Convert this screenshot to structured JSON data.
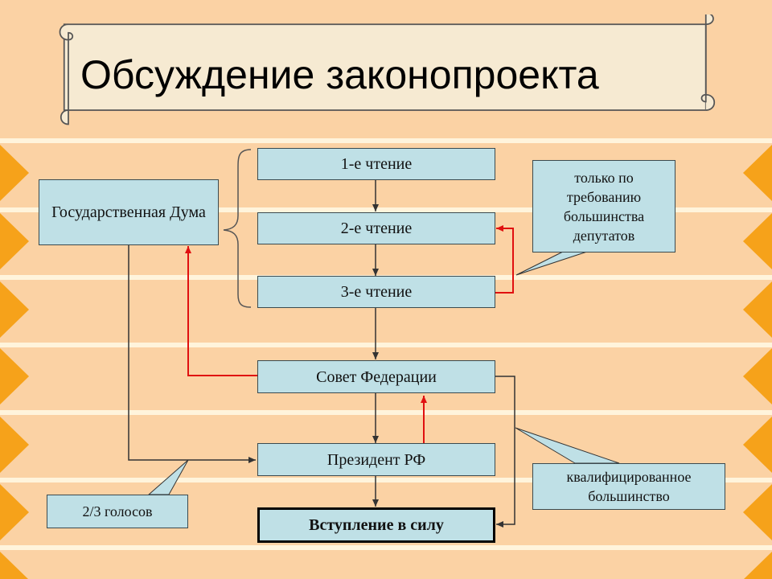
{
  "title": "Обсуждение законопроекта",
  "nodes": {
    "duma": "Государственная Дума",
    "reading1": "1-е чтение",
    "reading2": "2-е чтение",
    "reading3": "3-е чтение",
    "federation_council": "Совет Федерации",
    "president": "Президент РФ",
    "entry_into_force": "Вступление в силу"
  },
  "callouts": {
    "majority_request": "только по требованию большинства депутатов",
    "two_thirds": "2/3 голосов",
    "qualified_majority": "квалифицированное большинство"
  },
  "colors": {
    "background": "#fbd2a4",
    "stripe": "#fff4dc",
    "chevron": "#f6a21a",
    "box_fill": "#bfe0e6",
    "scroll_fill": "#f6ead2",
    "return_arrow": "#e01010",
    "flow_arrow": "#333333"
  }
}
